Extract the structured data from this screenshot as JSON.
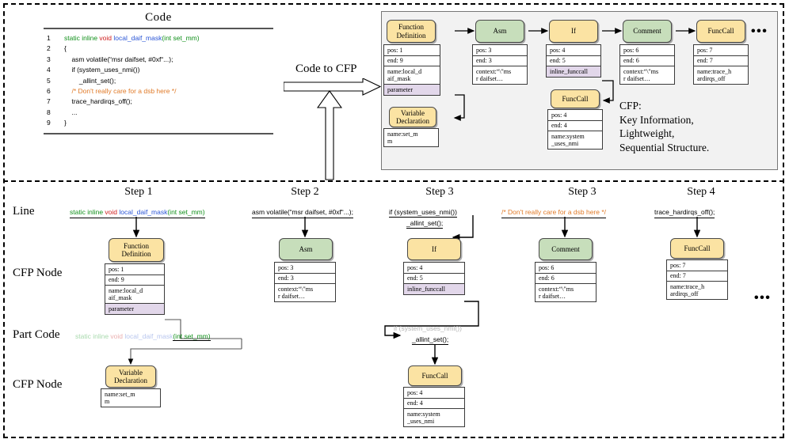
{
  "figure": {
    "code_panel_title": "Code",
    "transform_label": "Code to CFP",
    "cfp_caption_lines": [
      "CFP:",
      "Key Information,",
      "Lightweight,",
      "Sequential Structure."
    ],
    "ellipsis": "•••"
  },
  "colors": {
    "node_yellow": "#fbe3a3",
    "node_green": "#c7debb",
    "attr_purple": "#e2d7ea",
    "panel_bg": "#f2f2f2",
    "kw_green": "#11901b",
    "kw_red": "#cf2020",
    "kw_blue": "#2a55d6",
    "kw_orange": "#e07a28",
    "kw_gray": "#9a9a9a"
  },
  "code": {
    "lines": [
      {
        "num": "1",
        "indent": 0,
        "tokens": [
          {
            "t": "static inline ",
            "c": "green"
          },
          {
            "t": "void ",
            "c": "red"
          },
          {
            "t": "local_daif_mask",
            "c": "blue"
          },
          {
            "t": "(int set_mm)",
            "c": "green"
          }
        ]
      },
      {
        "num": "2",
        "indent": 0,
        "tokens": [
          {
            "t": "{",
            "c": "black"
          }
        ]
      },
      {
        "num": "3",
        "indent": 1,
        "tokens": [
          {
            "t": "asm volatile(“msr daifset, #0xf“...);",
            "c": "black"
          }
        ]
      },
      {
        "num": "4",
        "indent": 1,
        "tokens": [
          {
            "t": "if (system_uses_nmi())",
            "c": "black"
          }
        ]
      },
      {
        "num": "5",
        "indent": 2,
        "tokens": [
          {
            "t": "_allint_set();",
            "c": "black"
          }
        ]
      },
      {
        "num": "6",
        "indent": 1,
        "tokens": [
          {
            "t": "/* Don't really care for a dsb here */",
            "c": "orange"
          }
        ]
      },
      {
        "num": "7",
        "indent": 1,
        "tokens": [
          {
            "t": "trace_hardirqs_off();",
            "c": "black"
          }
        ]
      },
      {
        "num": "8",
        "indent": 1,
        "tokens": [
          {
            "t": "...",
            "c": "black"
          }
        ]
      },
      {
        "num": "9",
        "indent": 0,
        "tokens": [
          {
            "t": "}",
            "c": "black"
          }
        ]
      }
    ]
  },
  "cfp_graph": {
    "nodes": [
      {
        "id": "fndef",
        "label": "Function\nDefinition",
        "type": "yellow",
        "attrs": [
          {
            "text": "pos: 1"
          },
          {
            "text": "end: 9"
          },
          {
            "text": "name:local_d\naif_mask"
          },
          {
            "text": "parameter",
            "style": "purple"
          }
        ]
      },
      {
        "id": "asm",
        "label": "Asm",
        "type": "green",
        "attrs": [
          {
            "text": "pos: 3"
          },
          {
            "text": "end: 3"
          },
          {
            "text": "context:“\\\"ms\nr daifset…"
          }
        ]
      },
      {
        "id": "if",
        "label": "If",
        "type": "yellow",
        "attrs": [
          {
            "text": "pos: 4"
          },
          {
            "text": "end: 5"
          },
          {
            "text": "inline_funccall",
            "style": "purple"
          }
        ]
      },
      {
        "id": "comment",
        "label": "Comment",
        "type": "green",
        "attrs": [
          {
            "text": "pos: 6"
          },
          {
            "text": "end: 6"
          },
          {
            "text": "context:“\\\"ms\nr daifset…"
          }
        ]
      },
      {
        "id": "funccall7",
        "label": "FuncCall",
        "type": "yellow",
        "attrs": [
          {
            "text": "pos: 7"
          },
          {
            "text": "end: 7"
          },
          {
            "text": "name:trace_h\nardirqs_off"
          }
        ]
      },
      {
        "id": "vardecl",
        "label": "Variable\nDeclaration",
        "type": "yellow",
        "attrs": [
          {
            "text": "name:set_m\nm"
          }
        ]
      },
      {
        "id": "funccall4",
        "label": "FuncCall",
        "type": "yellow",
        "attrs": [
          {
            "text": "pos: 4"
          },
          {
            "text": "end: 4"
          },
          {
            "text": "name:system\n_uses_nmi"
          }
        ]
      }
    ]
  },
  "steps_section": {
    "row_labels": [
      "Line",
      "CFP Node",
      "Part Code",
      "CFP Node"
    ],
    "step_titles": [
      "Step 1",
      "Step 2",
      "Step 3",
      "Step 3",
      "Step 4"
    ],
    "ellipsis": "•••",
    "columns": [
      {
        "title": "Step 1",
        "line_tokens": [
          {
            "t": "static inline ",
            "c": "green"
          },
          {
            "t": "void ",
            "c": "red"
          },
          {
            "t": "local_daif_mask",
            "c": "blue"
          },
          {
            "t": "(int set_mm)",
            "c": "green"
          }
        ],
        "node": {
          "label": "Function\nDefinition",
          "type": "yellow",
          "attrs": [
            {
              "text": "pos: 1"
            },
            {
              "text": "end: 9"
            },
            {
              "text": "name:local_d\naif_mask"
            },
            {
              "text": "parameter",
              "style": "purple"
            }
          ]
        },
        "part_code_tokens": [
          {
            "t": "static inline ",
            "c": "green",
            "fade": true
          },
          {
            "t": "void ",
            "c": "red",
            "fade": true
          },
          {
            "t": "local_daif_mask",
            "c": "blue",
            "fade": true
          },
          {
            "t": "(int set_mm)",
            "c": "hl",
            "fade": false
          }
        ],
        "node2": {
          "label": "Variable\nDeclaration",
          "type": "yellow",
          "attrs": [
            {
              "text": "name:set_m\nm"
            }
          ]
        }
      },
      {
        "title": "Step 2",
        "line_text": "asm volatile(“msr daifset, #0xf“...);",
        "node": {
          "label": "Asm",
          "type": "green",
          "attrs": [
            {
              "text": "pos: 3"
            },
            {
              "text": "end: 3"
            },
            {
              "text": "context:“\\\"ms\nr daifset…"
            }
          ]
        }
      },
      {
        "title": "Step 3",
        "line_text_1": "if (system_uses_nmi())",
        "line_text_2": "_allint_set();",
        "node": {
          "label": "If",
          "type": "yellow",
          "attrs": [
            {
              "text": "pos: 4"
            },
            {
              "text": "end: 5"
            },
            {
              "text": "inline_funccall",
              "style": "purple"
            }
          ]
        },
        "part_code_1": "if (system_uses_nmi())",
        "part_code_2": "_allint_set();",
        "node2": {
          "label": "FuncCall",
          "type": "yellow",
          "attrs": [
            {
              "text": "pos: 4"
            },
            {
              "text": "end: 4"
            },
            {
              "text": "name:system\n_uses_nmi"
            }
          ]
        }
      },
      {
        "title": "Step 3",
        "line_text": "/* Don't really care for a dsb here */",
        "node": {
          "label": "Comment",
          "type": "green",
          "attrs": [
            {
              "text": "pos: 6"
            },
            {
              "text": "end: 6"
            },
            {
              "text": "context:“\\\"ms\nr daifset…"
            }
          ]
        }
      },
      {
        "title": "Step 4",
        "line_text": "trace_hardirqs_off();",
        "node": {
          "label": "FuncCall",
          "type": "yellow",
          "attrs": [
            {
              "text": "pos: 7"
            },
            {
              "text": "end: 7"
            },
            {
              "text": "name:trace_h\nardirqs_off"
            }
          ]
        }
      }
    ]
  }
}
